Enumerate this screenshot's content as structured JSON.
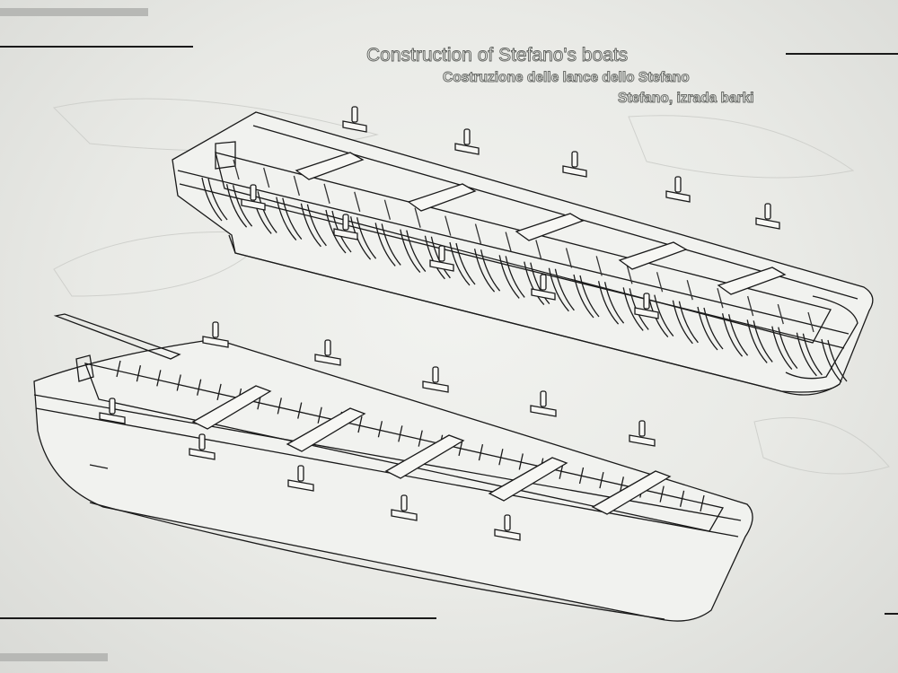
{
  "title": {
    "english": "Construction of Stefano's boats",
    "italian": "Costruzione delle lance dello Stefano",
    "croatian": "Stefano, izrada barki"
  },
  "colors": {
    "paper": "#e9eae6",
    "ink": "#1a1a1a",
    "title_outline": "#5d5f5c"
  }
}
